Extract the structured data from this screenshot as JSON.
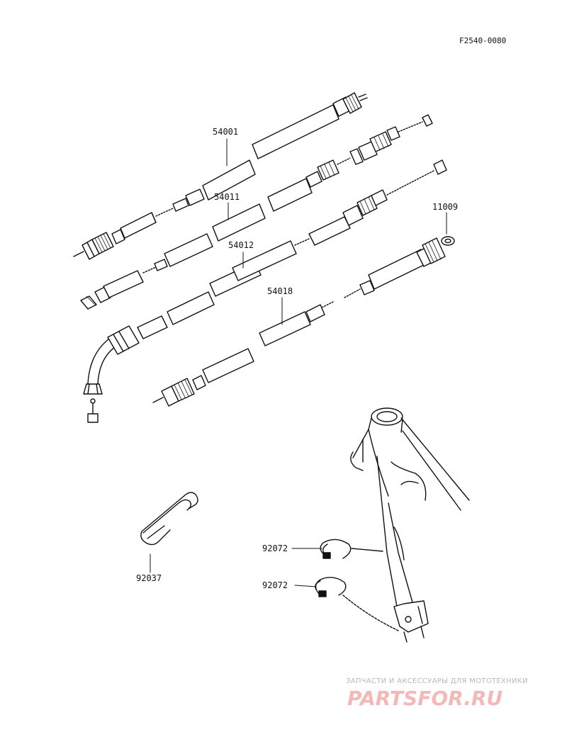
{
  "diagram": {
    "ref_code": "F2540-0080",
    "parts": [
      {
        "id": "54001",
        "label": "54001"
      },
      {
        "id": "54011",
        "label": "54011"
      },
      {
        "id": "54012",
        "label": "54012"
      },
      {
        "id": "54018",
        "label": "54018"
      },
      {
        "id": "11009",
        "label": "11009"
      },
      {
        "id": "92037",
        "label": "92037"
      },
      {
        "id": "92072a",
        "label": "92072"
      },
      {
        "id": "92072b",
        "label": "92072"
      }
    ]
  },
  "watermark": {
    "tagline": "ЗАПЧАСТИ И АКСЕССУАРЫ ДЛЯ МОТОТЕХНИКИ",
    "logo": "PARTSFOR.RU"
  },
  "colors": {
    "ink": "#111111",
    "watermark_logo": "#f3b8b8",
    "watermark_text": "#b9b9b9"
  }
}
